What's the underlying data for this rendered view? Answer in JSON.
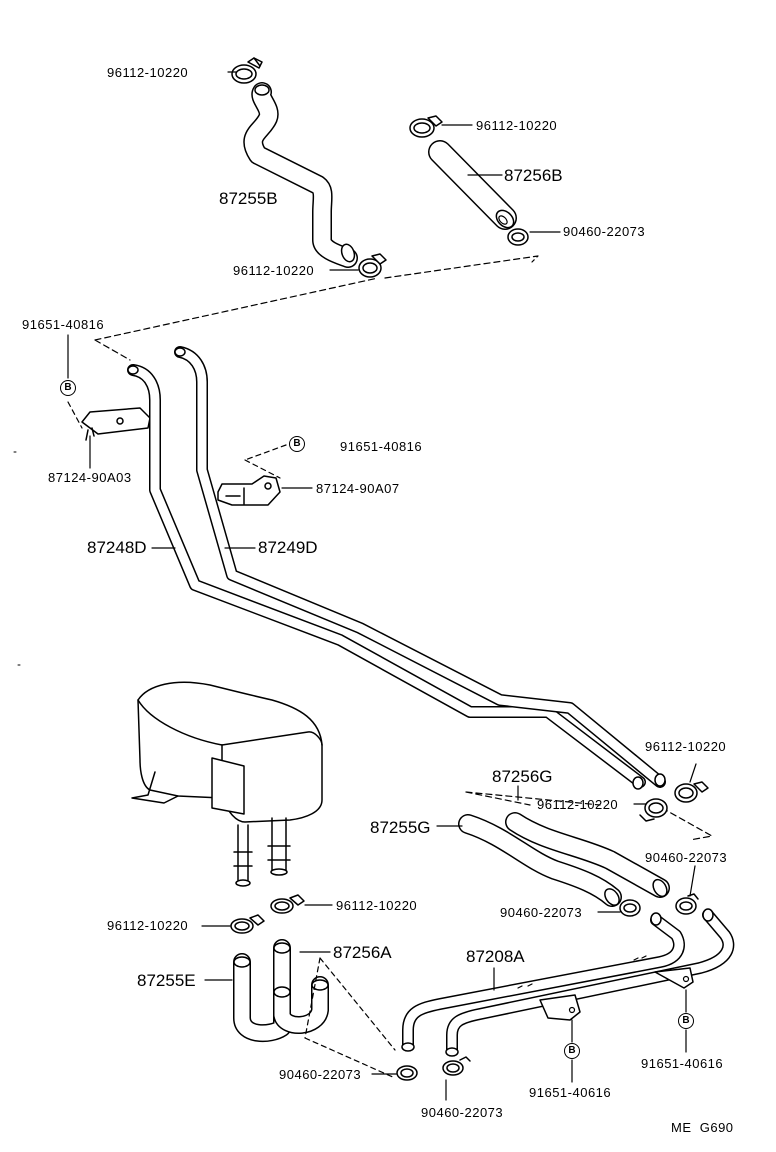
{
  "labels": {
    "clamp_top_left": "96112-10220",
    "clamp_top_right": "96112-10220",
    "hose_87256b": "87256B",
    "hose_87255b": "87255B",
    "clamp_90460_top": "90460-22073",
    "clamp_mid_left": "96112-10220",
    "bolt_left": "91651-40816",
    "bracket_left": "87124-90A03",
    "bolt_mid": "91651-40816",
    "bracket_mid": "87124-90A07",
    "pipe_87248d": "87248D",
    "pipe_87249d": "87249D",
    "clamp_right_1": "96112-10220",
    "hose_87256g": "87256G",
    "clamp_right_2": "96112-10220",
    "hose_87255g": "87255G",
    "clamp_90460_right": "90460-22073",
    "clamp_90460_mid": "90460-22073",
    "clamp_heater_right": "96112-10220",
    "clamp_heater_left": "96112-10220",
    "hose_87256a": "87256A",
    "pipe_87208a": "87208A",
    "hose_87255e": "87255E",
    "bolt_right": "91651-40616",
    "bolt_bottom": "91651-40616",
    "clamp_90460_bottom_left": "90460-22073",
    "clamp_90460_bottom_mid": "90460-22073",
    "footer_code": "ME  G690"
  },
  "marks": {
    "b1": "B",
    "b2": "B",
    "b3": "B",
    "b4": "B"
  }
}
